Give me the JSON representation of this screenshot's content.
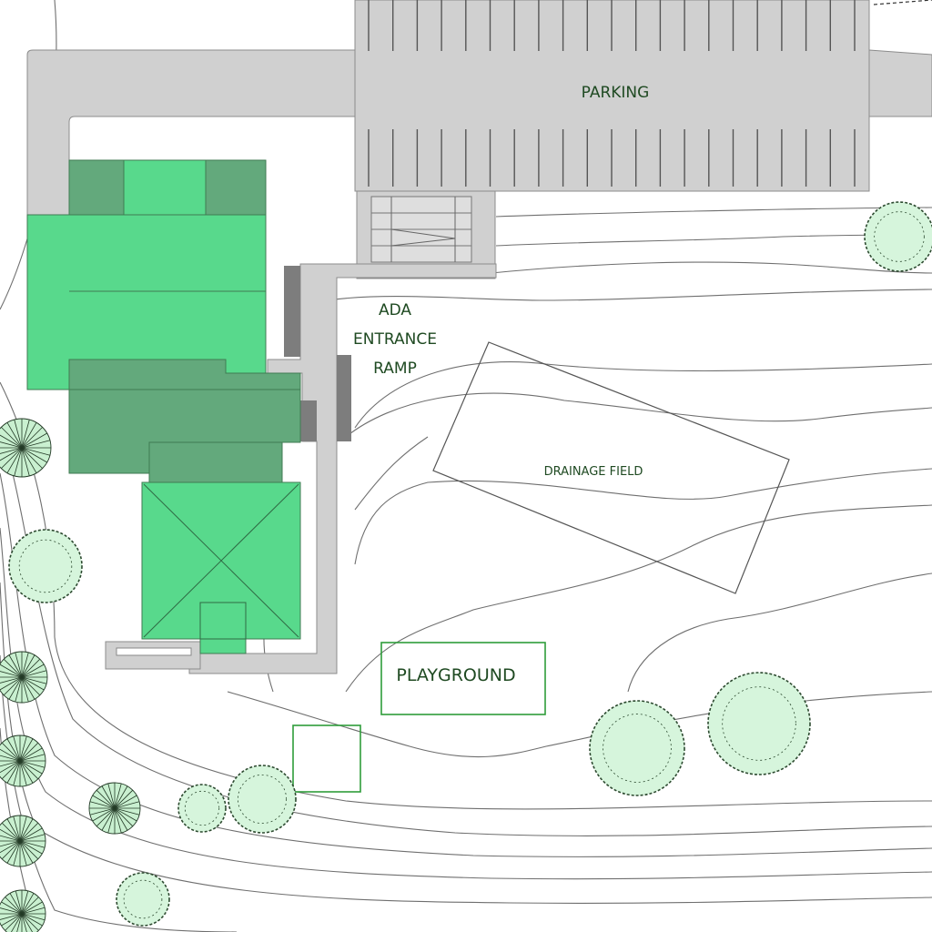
{
  "labels": {
    "parking": "PARKING",
    "ramp_line1": "ADA",
    "ramp_line2": "ENTRANCE",
    "ramp_line3": "RAMP",
    "drainage": "DRAINAGE FIELD",
    "playground": "PLAYGROUND"
  },
  "colors": {
    "building_light": "#58d98c",
    "building_dark": "#63a97c",
    "paving": "#d0d0d0",
    "contour": "#6f6f6f",
    "tree_fill": "#d6f5dc",
    "label_text": "#1f4a22",
    "playground_outline": "#2e9c3a"
  },
  "legend_icons": {
    "tree_round": "round-canopy-tree-icon",
    "tree_star": "star-canopy-tree-icon"
  }
}
